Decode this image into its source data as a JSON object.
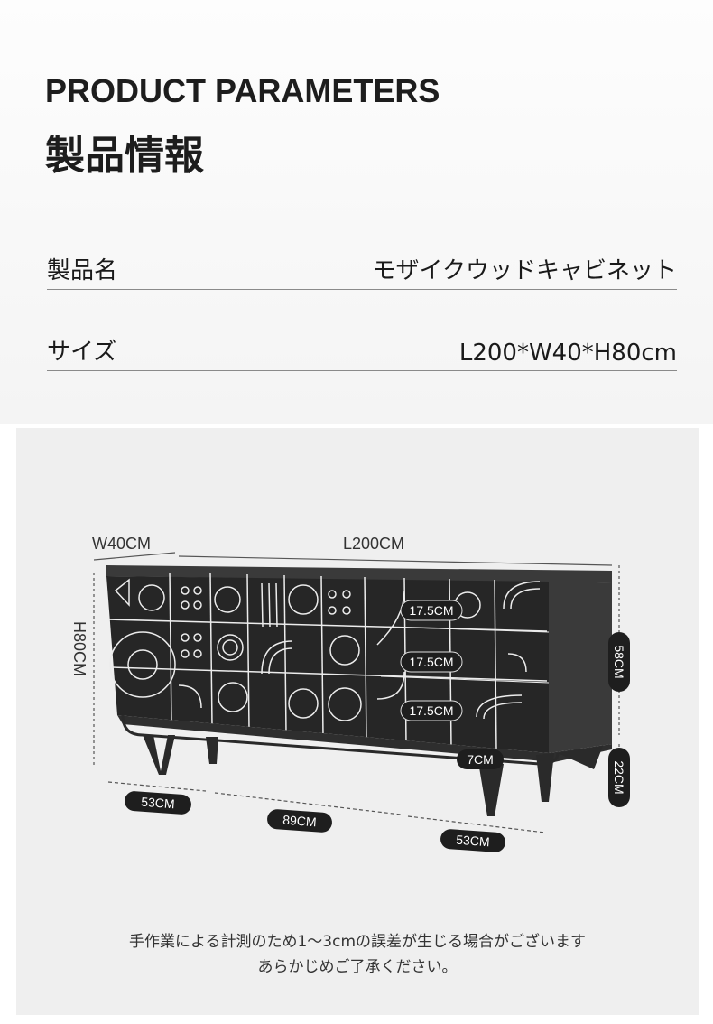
{
  "header": {
    "title_en": "PRODUCT PARAMETERS",
    "title_jp": "製品情報"
  },
  "specs": [
    {
      "label": "製品名",
      "value": "モザイクウッドキャビネット"
    },
    {
      "label": "サイズ",
      "value": "L200*W40*H80cm"
    }
  ],
  "diagram": {
    "width_label": "W40CM",
    "length_label": "L200CM",
    "height_label": "H80CM",
    "drawer_heights": [
      "17.5CM",
      "17.5CM",
      "17.5CM"
    ],
    "body_height": "58CM",
    "leg_height": "22CM",
    "leg_inset": "7CM",
    "leg_spacing": [
      "53CM",
      "89CM",
      "53CM"
    ]
  },
  "notes": {
    "line1": "手作業による計測のため1～3cmの誤差が生じる場合がございます",
    "line2": "あらかじめご了承ください。"
  },
  "colors": {
    "text": "#1d1d1d",
    "panel": "#efefef",
    "badge": "#1e1e1e"
  }
}
